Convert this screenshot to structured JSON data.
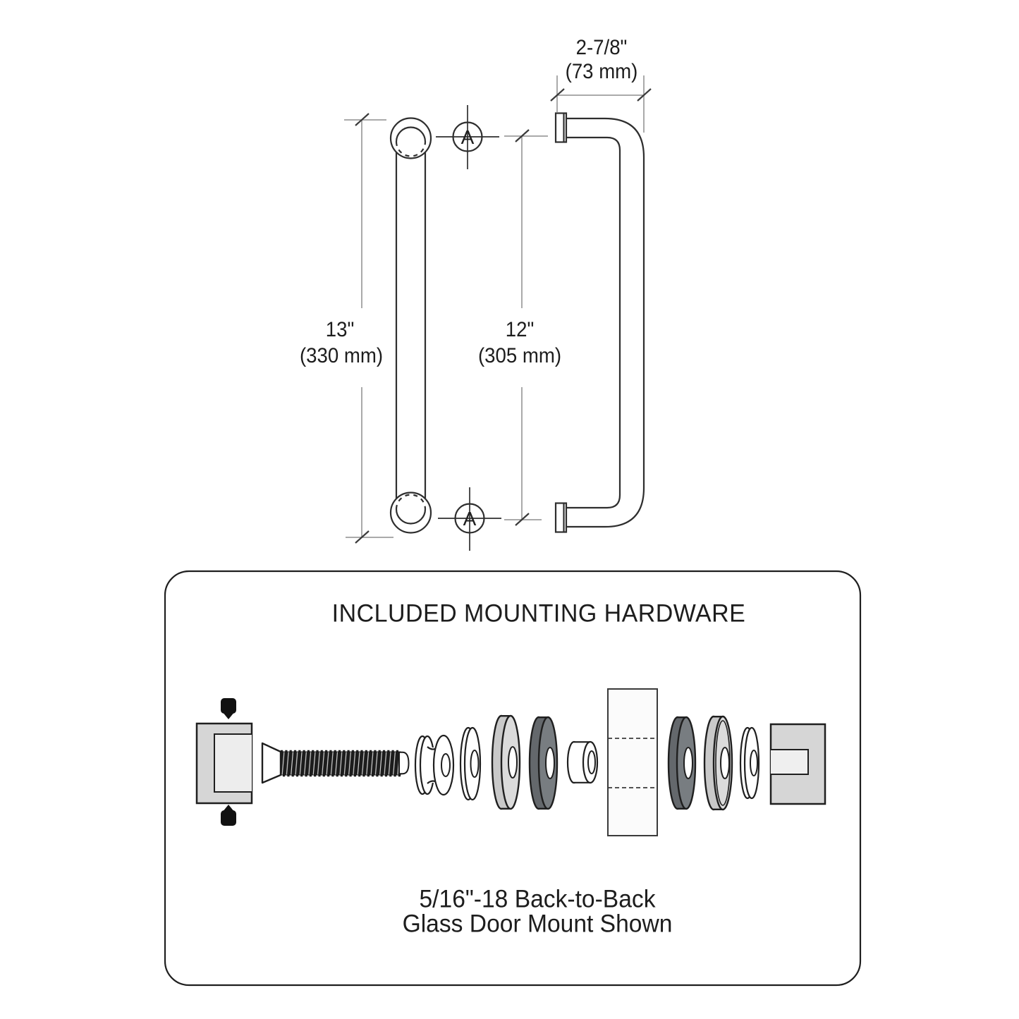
{
  "drawing": {
    "dim_projection_in": "2-7/8\"",
    "dim_projection_mm": "(73 mm)",
    "dim_overall_in": "13\"",
    "dim_overall_mm": "(330 mm)",
    "dim_centers_in": "12\"",
    "dim_centers_mm": "(305 mm)",
    "hole_marker_top": "A",
    "hole_marker_bottom": "A"
  },
  "hardware_box": {
    "title": "INCLUDED MOUNTING HARDWARE",
    "caption": [
      "5/16\"-18 Back-to-Back",
      "Glass Door Mount Shown"
    ]
  },
  "colors": {
    "line": "#2e2e2e",
    "dim_line": "#8e8e8e",
    "block_gray": "#d6d6d6",
    "washer_light_gray": "#dbdbdb",
    "washer_dark_gray": "#787d81",
    "screw_black": "#1c1c1c",
    "background": "#ffffff"
  }
}
